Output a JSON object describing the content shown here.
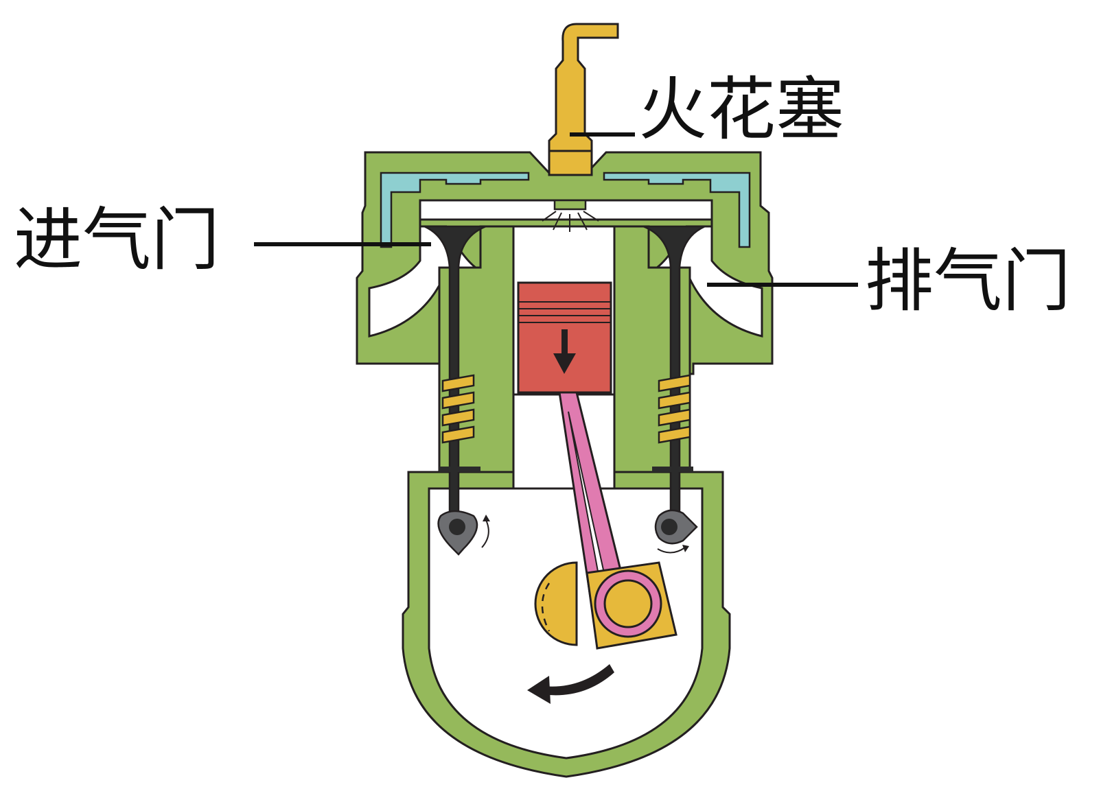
{
  "labels": {
    "spark_plug": "火花塞",
    "intake_valve": "进气门",
    "exhaust_valve": "排气门"
  },
  "colors": {
    "housing": "#95b95b",
    "outline": "#231f20",
    "seal": "#8ecfd0",
    "piston": "#d65a51",
    "connecting_rod": "#e07bb0",
    "brass": "#e6b93b",
    "valve": "#2b2b2b",
    "cam": "#6d6e71",
    "chamber": "#ffffff"
  },
  "icons": {
    "piston_direction": "arrow-down-icon",
    "crank_rotation": "curved-arrow-icon",
    "cam_rotation": "small-curved-arrow-icon"
  }
}
